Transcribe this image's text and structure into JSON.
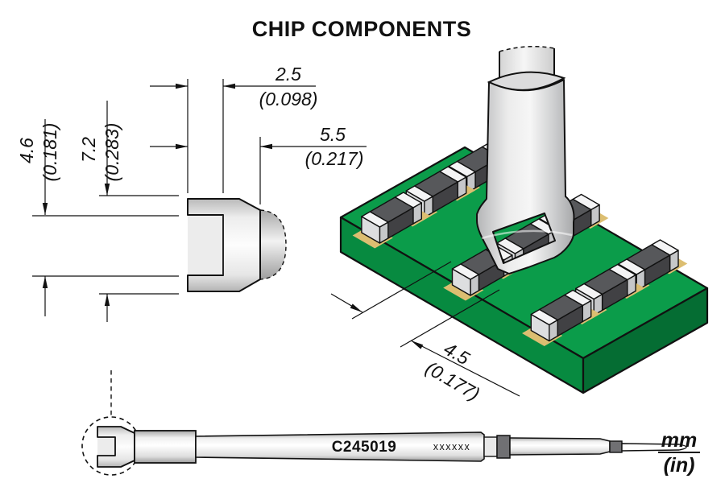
{
  "title": "CHIP COMPONENTS",
  "dimensions": {
    "slot_depth": {
      "mm": "2.5",
      "inches": "(0.098)"
    },
    "tip_reach": {
      "mm": "5.5",
      "inches": "(0.217)"
    },
    "slot_width": {
      "mm": "4.6",
      "inches": "(0.181)"
    },
    "tip_diameter": {
      "mm": "7.2",
      "inches": "(0.283)"
    },
    "component_span": {
      "mm": "4.5",
      "inches": "(0.177)"
    }
  },
  "cartridge": {
    "model": "C245019",
    "marking": "xxxxxx"
  },
  "units_legend": {
    "primary": "mm",
    "secondary": "(in)"
  },
  "colors": {
    "pcb_top": "#0b9c4a",
    "pcb_side_left": "#078a40",
    "pcb_side_right": "#056d33",
    "pad": "#dcbe71",
    "chip_body": "#4a4b4e",
    "chip_termination": "#e8e9ea",
    "outline": "#111111",
    "tool_gray": "#d9d9d9"
  }
}
